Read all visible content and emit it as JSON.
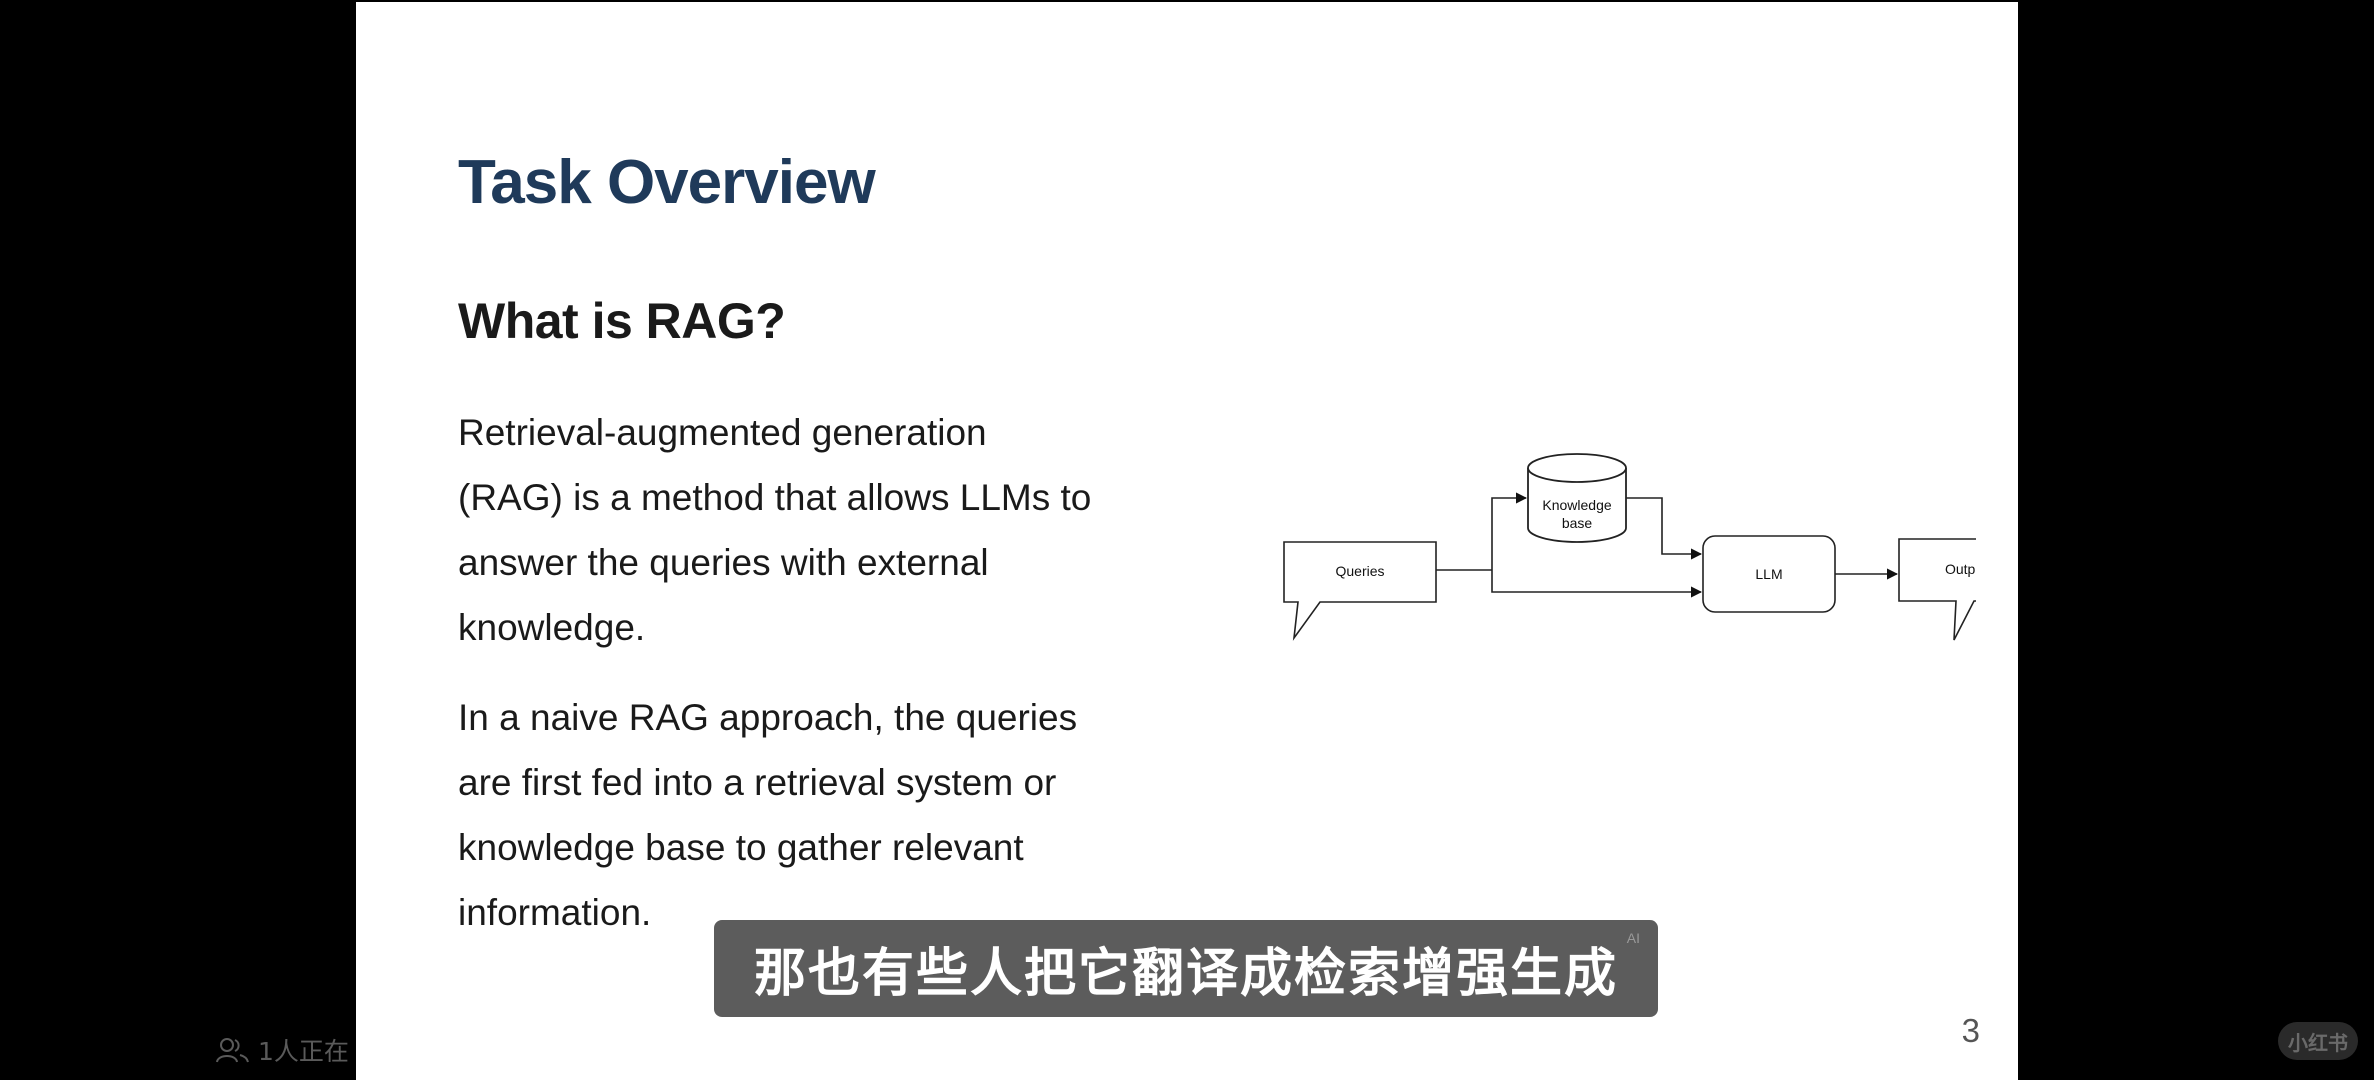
{
  "slide": {
    "title": "Task Overview",
    "subtitle": "What is RAG?",
    "paragraph_1": "Retrieval-augmented generation (RAG) is a method that allows LLMs to answer the queries with external knowledge.",
    "paragraph_2": "In a naive RAG approach, the queries are first fed into a retrieval system or knowledge base to gather relevant information.",
    "page_number": "3",
    "title_color": "#1f3a5a"
  },
  "diagram": {
    "queries_label": "Queries",
    "kb_label_line1": "Knowledge",
    "kb_label_line2": "base",
    "llm_label": "LLM",
    "output_label": "Output"
  },
  "caption": {
    "text": "那也有些人把它翻译成检索增强生成",
    "ai_mark": "AI"
  },
  "viewer_count": {
    "text": "1人正在",
    "icon": "people-icon"
  },
  "watermark": {
    "text": "小红书"
  }
}
